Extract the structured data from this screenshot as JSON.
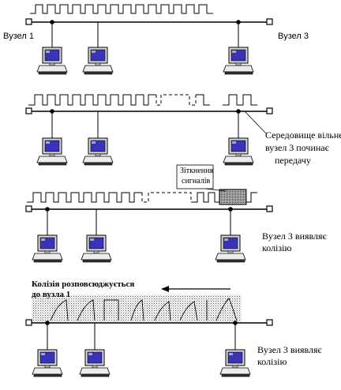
{
  "stage1": {
    "node1_label": "Вузел 1",
    "node3_label": "Вузел 3"
  },
  "stage2": {
    "note_line1": "Середовище вільне-",
    "note_line2": "вузел 3 починає",
    "note_line3": "передачу"
  },
  "stage3": {
    "collision_line1": "Зіткнення",
    "collision_line2": "сигналів",
    "node3_line1": "Вузел 3 виявляє",
    "node3_line2": "колізію"
  },
  "stage4": {
    "propagation_line1": "Колізія розповсюджується",
    "propagation_line2": "до вузла 1",
    "node3_line1": "Вузел 3 виявляє",
    "node3_line2": "колізію"
  },
  "colors": {
    "line": "#000000",
    "screen": "#3a33b8",
    "monitor": "#d8d8d8",
    "noise": "#9a9a9a"
  },
  "icons": [
    "workstation-icon",
    "bus-terminator-icon",
    "arrow-left-icon"
  ]
}
